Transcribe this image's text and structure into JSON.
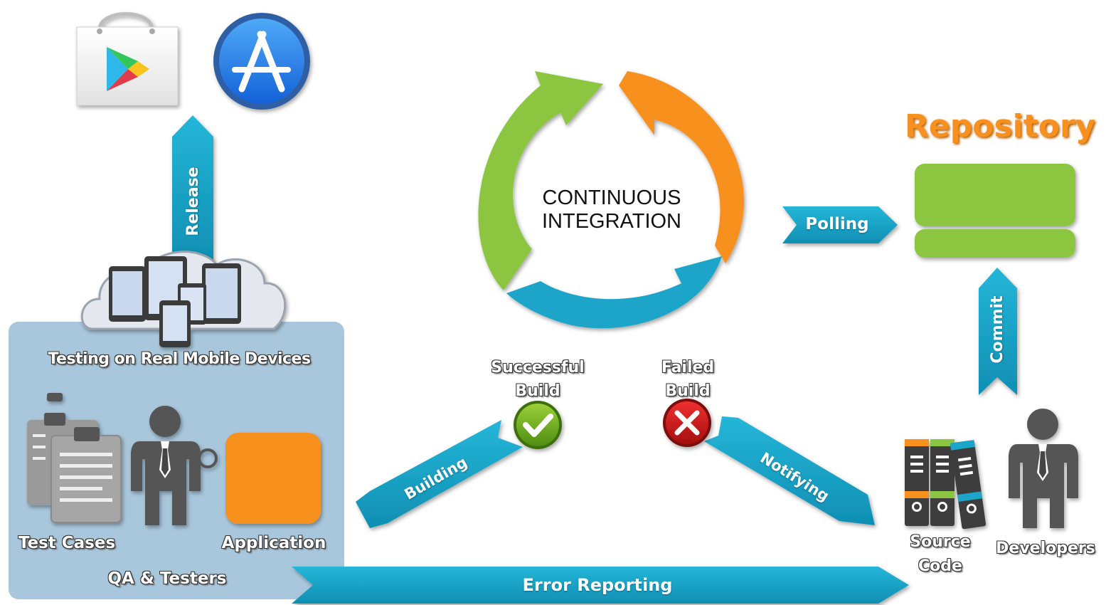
{
  "center": {
    "line1": "CONTINUOUS",
    "line2": "INTEGRATION"
  },
  "repository": {
    "title": "Repository"
  },
  "arrows": {
    "release": "Release",
    "polling": "Polling",
    "commit": "Commit",
    "building": "Building",
    "notifying": "Notifying",
    "error_reporting": "Error Reporting"
  },
  "build_status": {
    "success_line1": "Successful",
    "success_line2": "Build",
    "failed_line1": "Failed",
    "failed_line2": "Build"
  },
  "qa": {
    "testing_label": "Testing on Real Mobile Devices",
    "test_cases": "Test Cases",
    "application": "Application",
    "group": "QA & Testers"
  },
  "dev": {
    "source_line1": "Source",
    "source_line2": "Code",
    "developers": "Developers"
  },
  "icons": [
    "google-play-icon",
    "app-store-icon",
    "cloud-devices-icon",
    "clipboard-icon",
    "tester-person-icon",
    "developer-person-icon",
    "binders-icon",
    "check-icon",
    "cross-icon",
    "repository-stack-icon"
  ],
  "colors": {
    "green": "#8cc63f",
    "orange": "#f7901e",
    "teal": "#1aa5c8",
    "panel": "#a9c7dc",
    "gray": "#555555",
    "success": "#6aaa1e",
    "failed": "#d11a1a"
  }
}
